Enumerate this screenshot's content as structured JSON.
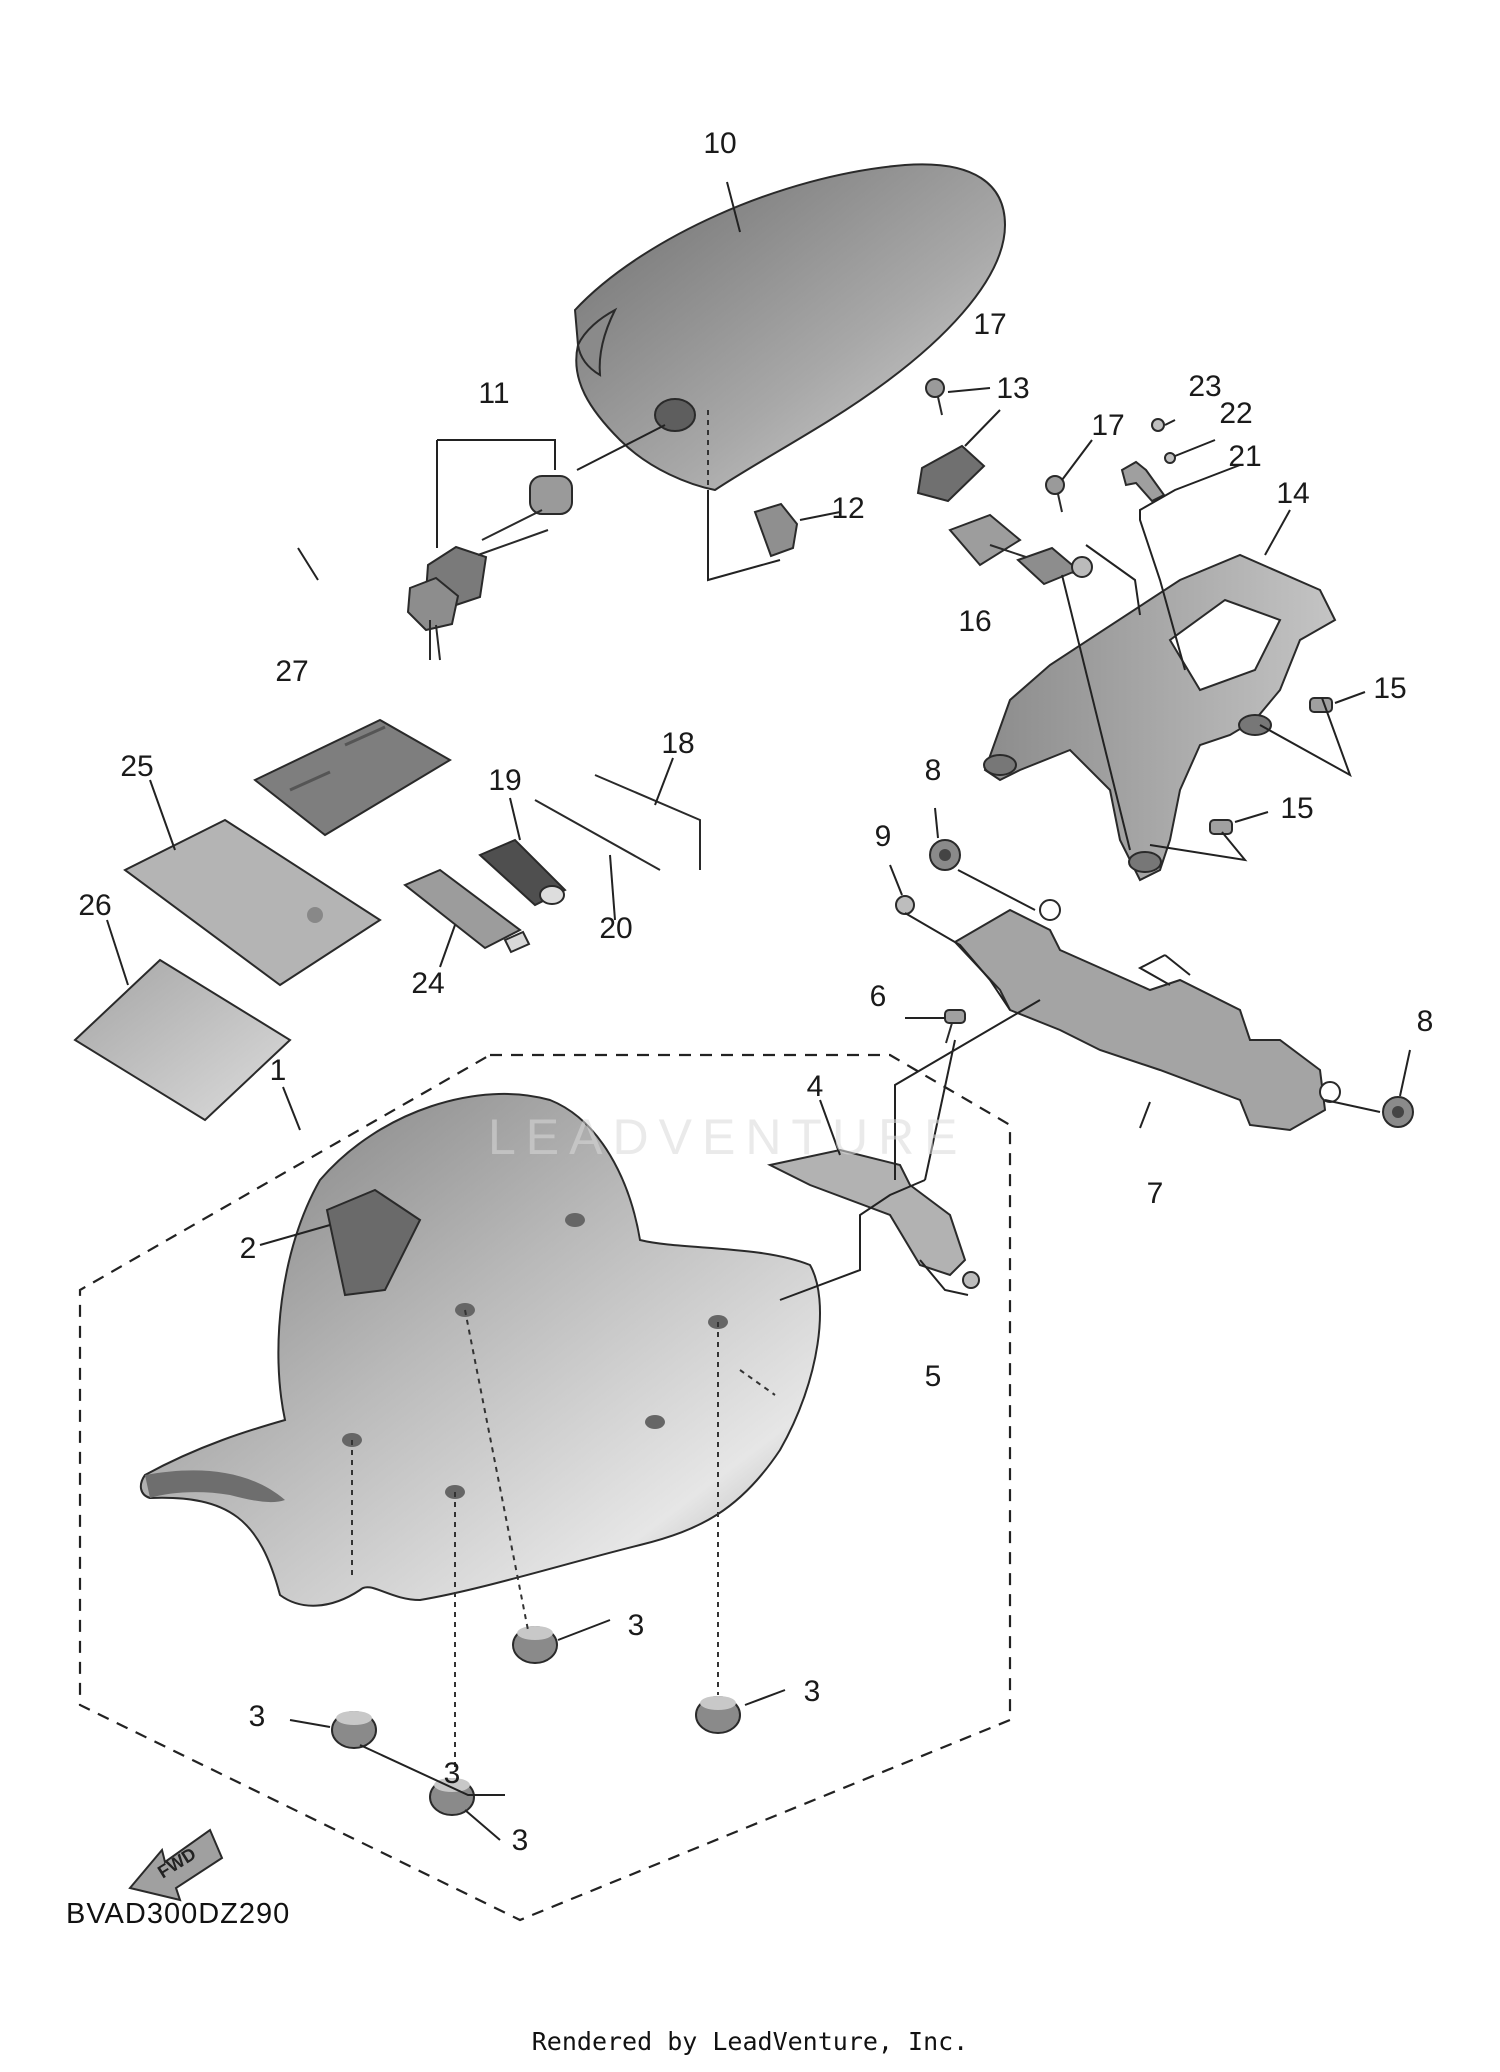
{
  "diagram": {
    "callouts": [
      {
        "id": "c1",
        "label": "1"
      },
      {
        "id": "c2",
        "label": "2"
      },
      {
        "id": "c3a",
        "label": "3"
      },
      {
        "id": "c3b",
        "label": "3"
      },
      {
        "id": "c3c",
        "label": "3"
      },
      {
        "id": "c3d",
        "label": "3"
      },
      {
        "id": "c3e",
        "label": "3"
      },
      {
        "id": "c4",
        "label": "4"
      },
      {
        "id": "c5",
        "label": "5"
      },
      {
        "id": "c6",
        "label": "6"
      },
      {
        "id": "c7",
        "label": "7"
      },
      {
        "id": "c8a",
        "label": "8"
      },
      {
        "id": "c8b",
        "label": "8"
      },
      {
        "id": "c9",
        "label": "9"
      },
      {
        "id": "c10",
        "label": "10"
      },
      {
        "id": "c11",
        "label": "11"
      },
      {
        "id": "c12",
        "label": "12"
      },
      {
        "id": "c13",
        "label": "13"
      },
      {
        "id": "c14",
        "label": "14"
      },
      {
        "id": "c15a",
        "label": "15"
      },
      {
        "id": "c15b",
        "label": "15"
      },
      {
        "id": "c16",
        "label": "16"
      },
      {
        "id": "c17a",
        "label": "17"
      },
      {
        "id": "c17b",
        "label": "17"
      },
      {
        "id": "c18",
        "label": "18"
      },
      {
        "id": "c19",
        "label": "19"
      },
      {
        "id": "c20",
        "label": "20"
      },
      {
        "id": "c21",
        "label": "21"
      },
      {
        "id": "c22",
        "label": "22"
      },
      {
        "id": "c23",
        "label": "23"
      },
      {
        "id": "c24",
        "label": "24"
      },
      {
        "id": "c25",
        "label": "25"
      },
      {
        "id": "c26",
        "label": "26"
      },
      {
        "id": "c27",
        "label": "27"
      }
    ],
    "fwd_label": "FWD",
    "diagram_code": "BVAD300DZ290",
    "watermark": "LEADVENTURE",
    "footer": "Rendered by LeadVenture, Inc."
  }
}
